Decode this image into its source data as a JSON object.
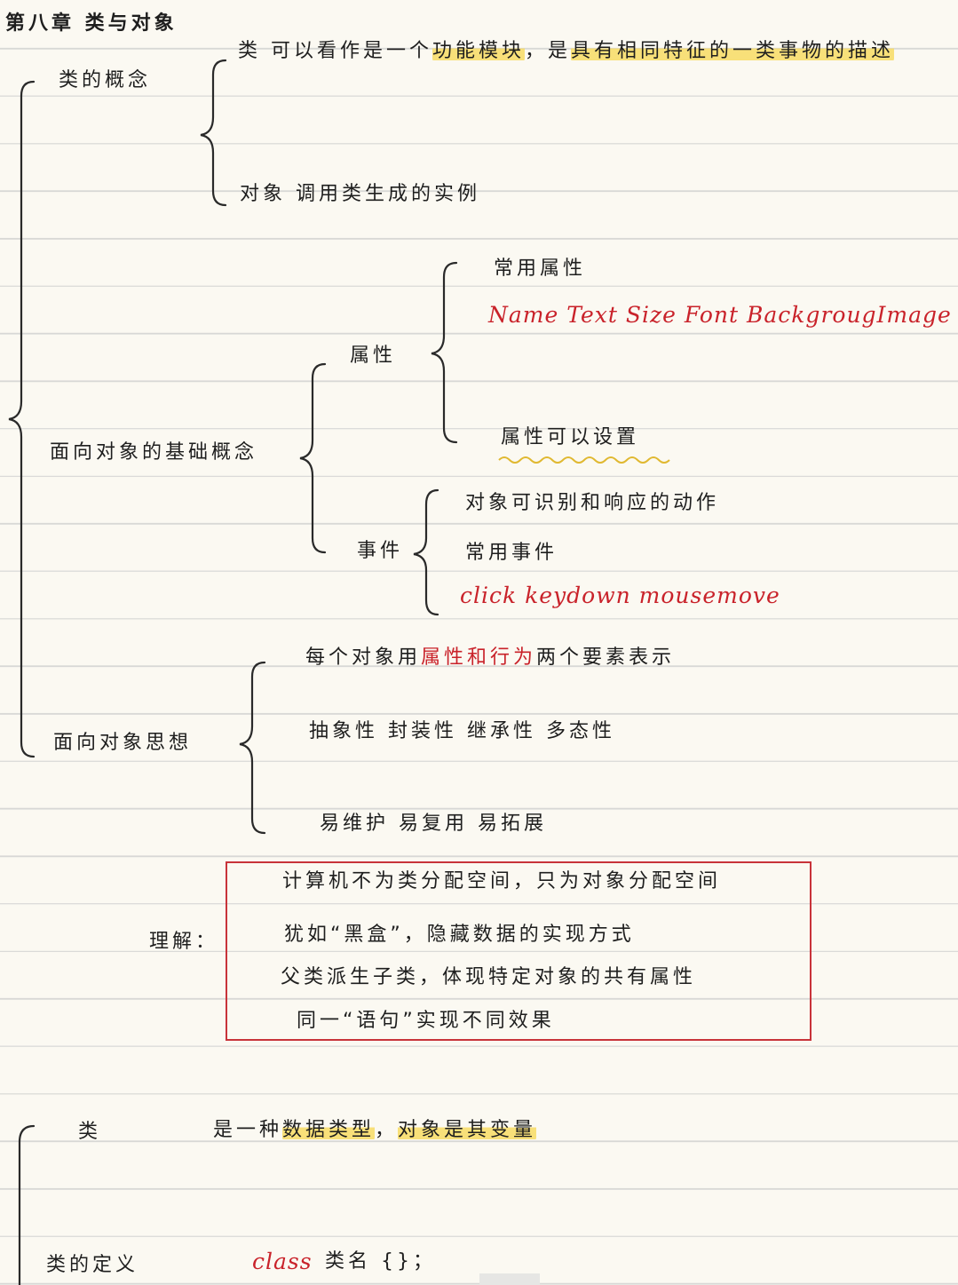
{
  "chapter_title": "第八章  类与对象",
  "concept": {
    "label": "类的概念",
    "class_def": {
      "lead": "类  可以看作是一个",
      "hl1": "功能模块",
      "mid": "，是",
      "hl2": "具有相同特征的一类事物的描述"
    },
    "object_def": "对象  调用类生成的实例"
  },
  "basics": {
    "label": "面向对象的基础概念",
    "property": {
      "label": "属性",
      "common": "常用属性",
      "examples": "Name  Text  Size  Font  BackgrougImage",
      "settable": "属性可以设置"
    },
    "event": {
      "label": "事件",
      "desc": "对象可识别和响应的动作",
      "common": "常用事件",
      "examples": "click  keydown  mousemove"
    }
  },
  "thought": {
    "label": "面向对象思想",
    "line1_pre": "每个对象用",
    "line1_red": "属性和行为",
    "line1_post": "两个要素表示",
    "line2": "抽象性  封装性  继承性  多态性",
    "line3": "易维护  易复用  易拓展"
  },
  "understanding": {
    "label": "理解：",
    "items": [
      "计算机不为类分配空间，只为对象分配空间",
      "犹如“黑盒”，隐藏数据的实现方式",
      "父类派生子类，体现特定对象的共有属性",
      "同一“语句”实现不同效果"
    ]
  },
  "class_section": {
    "label": "类",
    "lead": "是一种",
    "hl1": "数据类型",
    "mid": "，",
    "hl2": "对象是其变量",
    "def_label": "类的定义",
    "keyword": "class",
    "syntax": "类名  {}；"
  },
  "colors": {
    "ink": "#1e1e1e",
    "red": "#c9222a",
    "highlight": "#f8dc64",
    "paper": "#fbf9f2",
    "rule_line": "#d8d8d6",
    "box_border": "#c8333a",
    "wavy": "#e0b830"
  }
}
